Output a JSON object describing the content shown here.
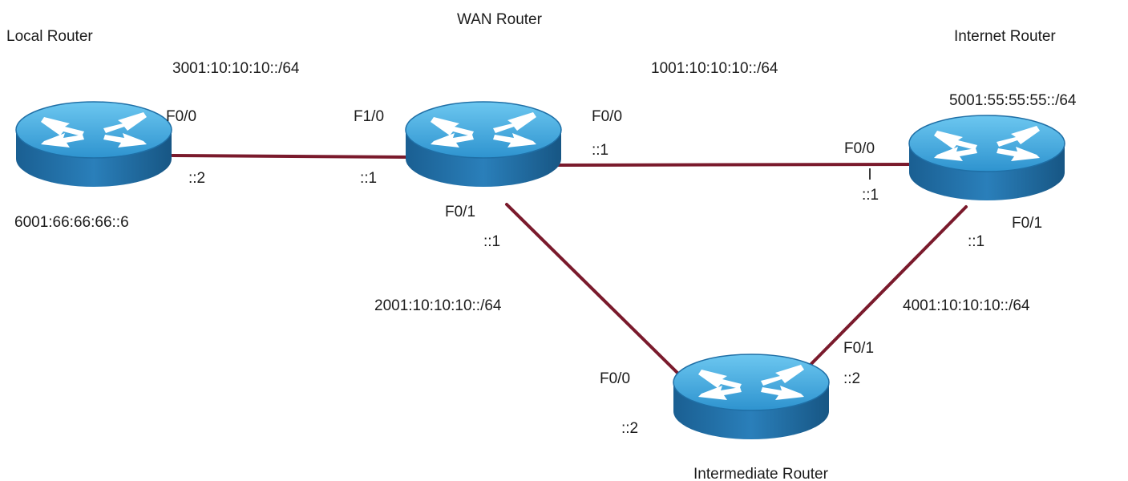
{
  "colors": {
    "link": "#7a1a2c",
    "router_top": "#3da7dd",
    "router_body": "#1f6fa6",
    "router_arrows": "#ffffff",
    "text": "#1c1c1c",
    "background": "#ffffff"
  },
  "routers": {
    "local": {
      "name": "Local Router",
      "icon": "router-icon",
      "loopback": "6001:66:66:66::6"
    },
    "wan": {
      "name": "WAN Router",
      "icon": "router-icon"
    },
    "internet": {
      "name": "Internet Router",
      "icon": "router-icon",
      "loopback": "5001:55:55:55::/64"
    },
    "intermediate": {
      "name": "Intermediate Router",
      "icon": "router-icon"
    }
  },
  "links": {
    "local_wan": {
      "subnet": "3001:10:10:10::/64",
      "local_iface": "F0/0",
      "local_addr": "::2",
      "wan_iface": "F1/0",
      "wan_addr": "::1"
    },
    "wan_internet": {
      "subnet": "1001:10:10:10::/64",
      "wan_iface": "F0/0",
      "wan_addr": "::1",
      "internet_iface": "F0/0",
      "internet_addr": "::1"
    },
    "wan_intermediate": {
      "subnet": "2001:10:10:10::/64",
      "wan_iface": "F0/1",
      "wan_addr": "::1",
      "intermediate_iface": "F0/0",
      "intermediate_addr": "::2"
    },
    "internet_intermediate": {
      "subnet": "4001:10:10:10::/64",
      "internet_iface": "F0/1",
      "internet_addr": "::1",
      "intermediate_iface": "F0/1",
      "intermediate_addr": "::2"
    }
  }
}
